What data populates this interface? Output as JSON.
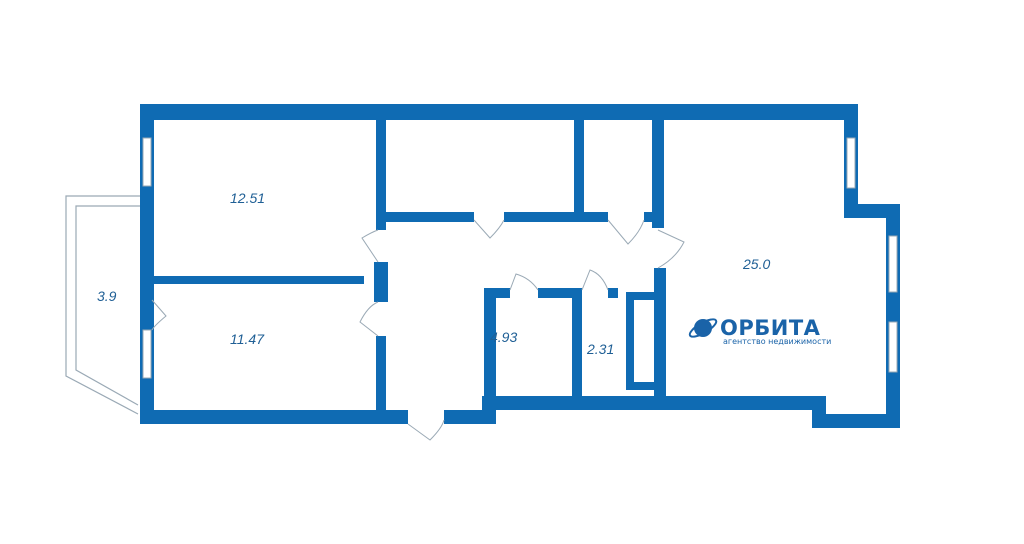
{
  "plan": {
    "rooms": [
      {
        "id": "room-bedroom-1",
        "area": "12.51"
      },
      {
        "id": "room-bedroom-2",
        "area": "11.47"
      },
      {
        "id": "room-balcony",
        "area": "3.9"
      },
      {
        "id": "room-living",
        "area": "25.0"
      },
      {
        "id": "room-bath",
        "area": "4.93"
      },
      {
        "id": "room-wc",
        "area": "2.31"
      }
    ]
  },
  "brand": {
    "name": "ОРБИТА",
    "tagline": "агентство недвижимости",
    "icon": "planet-orbit-icon",
    "color": "#1a63a8"
  },
  "colors": {
    "wall": "#0f6bb3",
    "fixture": "#9aa9b5"
  }
}
